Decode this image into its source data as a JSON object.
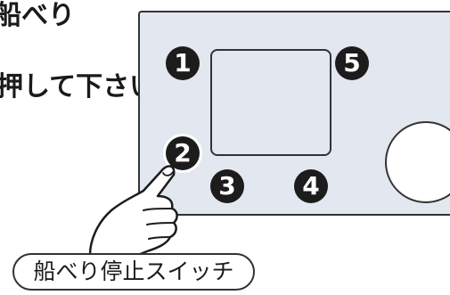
{
  "instructions": {
    "line1": "船べり",
    "line2": "押して下さい。"
  },
  "panel": {
    "buttons": [
      {
        "number": "1",
        "glyph": "❶"
      },
      {
        "number": "2",
        "glyph": "❷"
      },
      {
        "number": "3",
        "glyph": "❸"
      },
      {
        "number": "4",
        "glyph": "❹"
      },
      {
        "number": "5",
        "glyph": "❺"
      }
    ]
  },
  "switch_label": "船べり停止スイッチ",
  "icons": {
    "pointing_hand": "pointing-hand-icon",
    "dial": "dial-knob",
    "display": "display-screen"
  },
  "colors": {
    "panel_fill": "#e3e7ef",
    "outline": "#333333",
    "number_badge": "#1c1c1c"
  }
}
